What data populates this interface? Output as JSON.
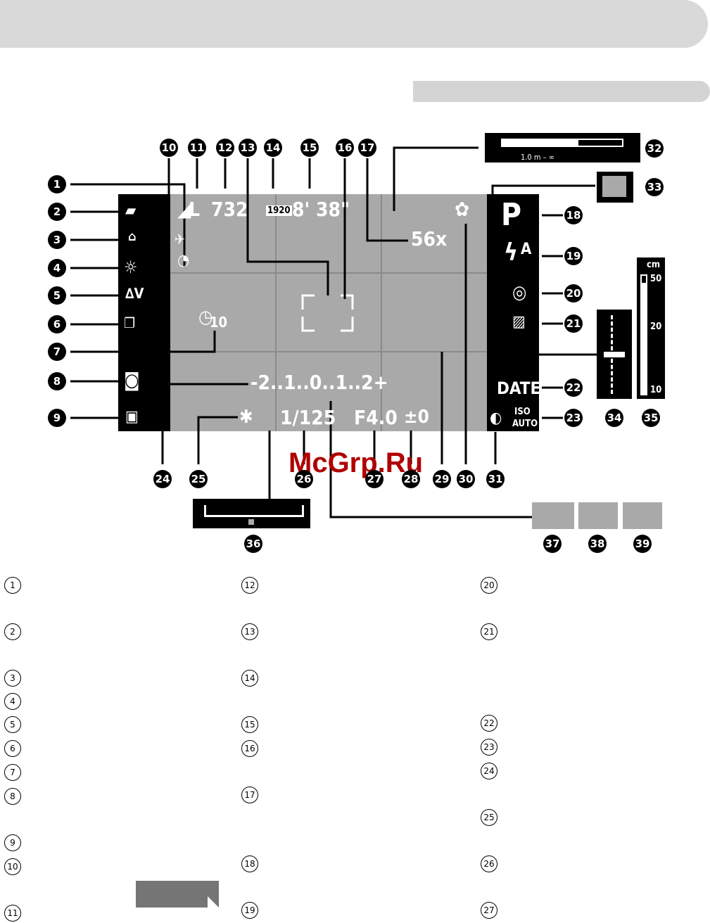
{
  "screen": {
    "shots_remaining": "732",
    "image_size": "L",
    "movie_quality": "1920",
    "movie_time": "8' 38\"",
    "zoom_mag": "56x",
    "mode": "P",
    "flash_auto": "A",
    "date_stamp": "DATE",
    "iso_label": "ISO",
    "iso_value": "AUTO",
    "selftimer_value": "10",
    "exposure_scale": "-2..1..0..1..2+",
    "shutter_speed": "1/125",
    "aperture": "F4.0",
    "exposure_comp": "±0"
  },
  "zoom_bar": {
    "focus_range": "1.0 m – ∞"
  },
  "mf_bar": {
    "unit": "cm",
    "top": "50",
    "mid": "20",
    "bottom": "10"
  },
  "watermark": "McGrp.Ru",
  "callouts": [
    "1",
    "2",
    "3",
    "4",
    "5",
    "6",
    "7",
    "8",
    "9",
    "10",
    "11",
    "12",
    "13",
    "14",
    "15",
    "16",
    "17",
    "18",
    "19",
    "20",
    "21",
    "22",
    "23",
    "24",
    "25",
    "26",
    "27",
    "28",
    "29",
    "30",
    "31",
    "32",
    "33",
    "34",
    "35",
    "36",
    "37",
    "38",
    "39"
  ],
  "legend": {
    "col1": [
      "1",
      "2",
      "3",
      "4",
      "5",
      "6",
      "7",
      "8",
      "9",
      "10",
      "11"
    ],
    "col2": [
      "12",
      "13",
      "14",
      "15",
      "16",
      "17",
      "18",
      "19"
    ],
    "col3": [
      "20",
      "21",
      "22",
      "23",
      "24",
      "25",
      "26",
      "27"
    ]
  }
}
